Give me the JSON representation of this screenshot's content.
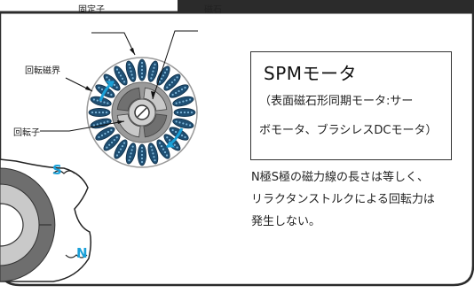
{
  "labels": {
    "stator": "固定子",
    "magnet": "磁石",
    "rotating_field": "回転磁界",
    "rotor": "回転子"
  },
  "poles": {
    "s": "S",
    "n": "N"
  },
  "info": {
    "title": "SPMモータ",
    "subtitle_line1": "（表面磁石形同期モータ:サー",
    "subtitle_line2": "ボモータ、ブラシレスDCモータ）",
    "desc_line1": "N極S極の磁力線の長さは等しく、",
    "desc_line2": "リラクタンストルクによる回転力は",
    "desc_line3": "発生しない。"
  },
  "colors": {
    "frame": "#2b2b2b",
    "coil": "#1f4f73",
    "stator": "#9a9a9a",
    "rotor_dark": "#707070",
    "rotor_light": "#c8c8c8",
    "accent": "#1aa0d8"
  }
}
